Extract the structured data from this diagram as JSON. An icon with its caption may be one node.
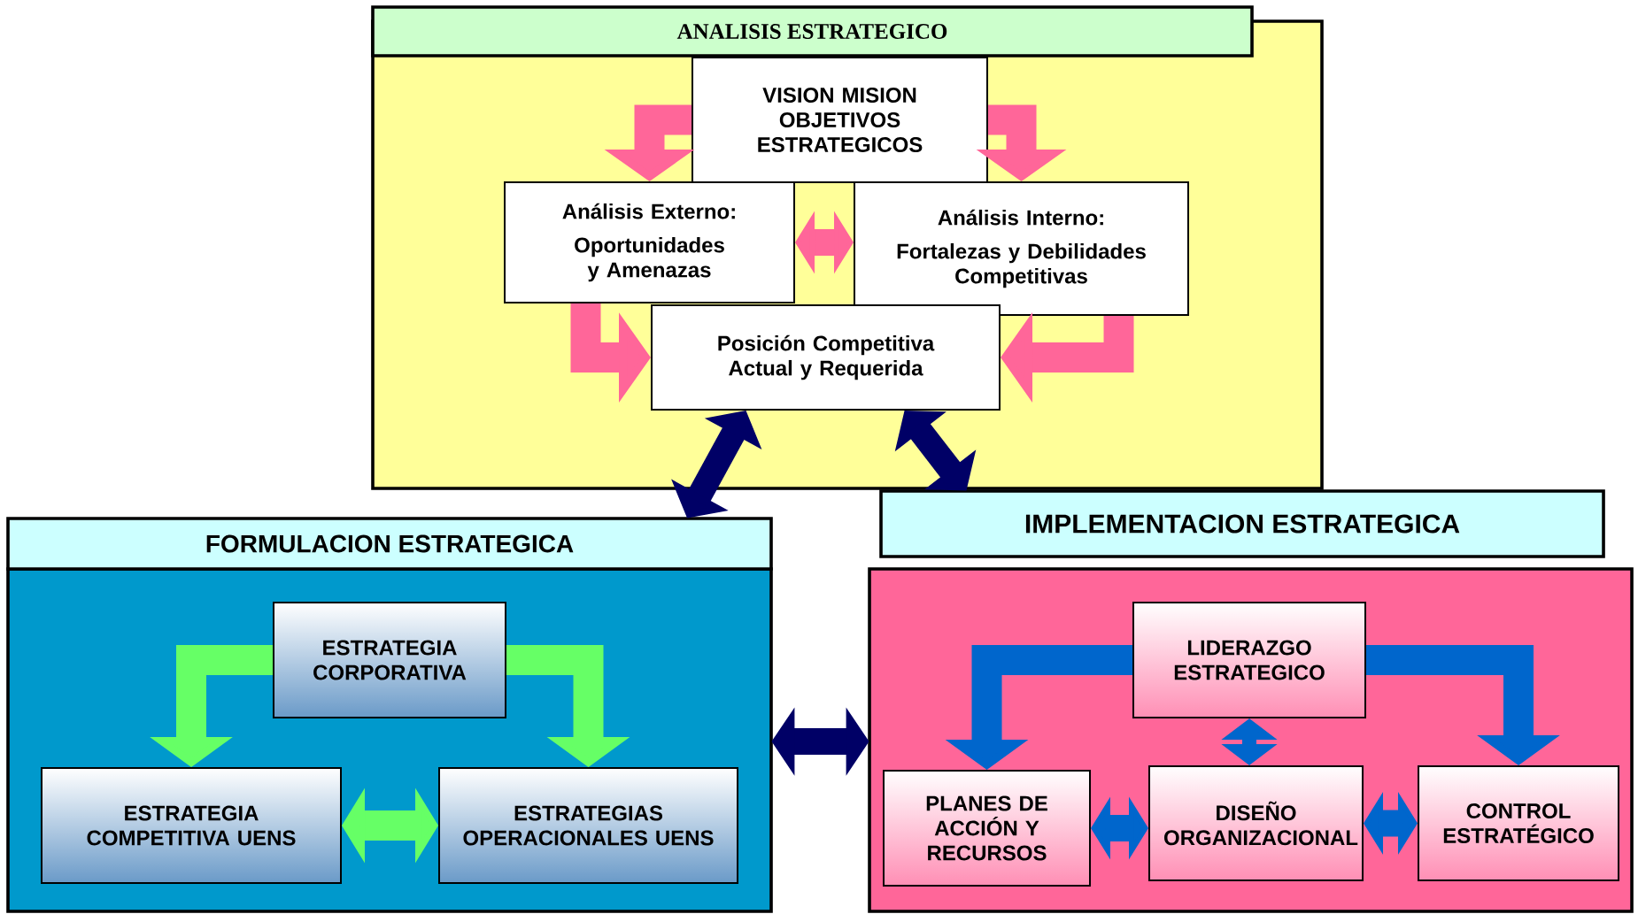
{
  "diagram": {
    "nodes": [
      {
        "text": [
          "ANALISIS ESTRATEGICO"
        ]
      },
      {
        "text": [
          "VISION MISION OBJETIVOS ESTRATEGICOS"
        ],
        "in": 0
      },
      {
        "text": [
          "Análisis Externo:",
          "Oportunidades y Amenazas"
        ],
        "in": 0
      },
      {
        "text": [
          "Análisis Interno:",
          "Fortalezas y Debilidades Competitivas"
        ],
        "in": 0
      },
      {
        "text": [
          "Posición Competitiva Actual y Requerida"
        ],
        "in": 0
      },
      {
        "text": [
          "FORMULACION ESTRATEGICA"
        ]
      },
      {
        "text": [
          "ESTRATEGIA CORPORATIVA"
        ],
        "in": 5
      },
      {
        "text": [
          "ESTRATEGIA COMPETITIVA UENS"
        ],
        "in": 5
      },
      {
        "text": [
          "ESTRATEGIAS OPERACIONALES UENS"
        ],
        "in": 5
      },
      {
        "text": [
          "IMPLEMENTACION ESTRATEGICA"
        ]
      },
      {
        "text": [
          "LIDERAZGO ESTRATEGICO"
        ],
        "in": 9
      },
      {
        "text": [
          "PLANES DE ACCIÓN Y RECURSOS"
        ],
        "in": 9
      },
      {
        "text": [
          "DISEÑO ORGANIZACIONAL"
        ],
        "in": 9
      },
      {
        "text": [
          "CONTROL ESTRATÉGICO"
        ],
        "in": 9
      }
    ],
    "edges": [
      {
        "from": 1,
        "to": 2,
        "arrow": "to",
        "color": "#ff6699"
      },
      {
        "from": 1,
        "to": 3,
        "arrow": "to",
        "color": "#ff6699"
      },
      {
        "from": 2,
        "to": 3,
        "arrow": "both",
        "color": "#ff6699"
      },
      {
        "from": 2,
        "to": 4,
        "arrow": "to",
        "color": "#ff6699"
      },
      {
        "from": 3,
        "to": 4,
        "arrow": "to",
        "color": "#ff6699"
      },
      {
        "from": 4,
        "to": 5,
        "arrow": "both",
        "color": "#000066"
      },
      {
        "from": 4,
        "to": 9,
        "arrow": "both",
        "color": "#000066"
      },
      {
        "from": 5,
        "to": 9,
        "arrow": "both",
        "color": "#000066"
      },
      {
        "from": 6,
        "to": 7,
        "arrow": "to",
        "color": "#66ff66"
      },
      {
        "from": 6,
        "to": 8,
        "arrow": "to",
        "color": "#66ff66"
      },
      {
        "from": 7,
        "to": 8,
        "arrow": "both",
        "color": "#66ff66"
      },
      {
        "from": 10,
        "to": 11,
        "arrow": "to",
        "color": "#0066cc"
      },
      {
        "from": 10,
        "to": 13,
        "arrow": "to",
        "color": "#0066cc"
      },
      {
        "from": 10,
        "to": 12,
        "arrow": "both",
        "color": "#0066cc"
      },
      {
        "from": 11,
        "to": 12,
        "arrow": "both",
        "color": "#0066cc"
      },
      {
        "from": 12,
        "to": 13,
        "arrow": "both",
        "color": "#0066cc"
      }
    ]
  }
}
